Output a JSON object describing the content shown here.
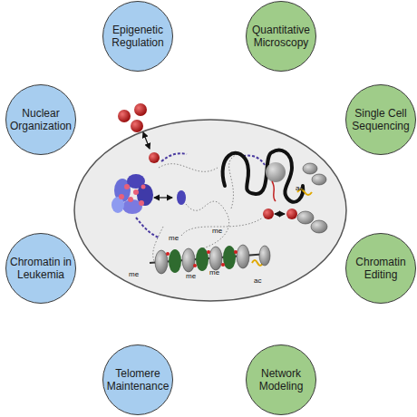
{
  "diagram": {
    "nodes": [
      {
        "text": [
          "Epigenetic Regulation"
        ]
      },
      {
        "text": [
          "Quantitative Microscopy"
        ]
      },
      {
        "text": [
          "Nuclear Organization"
        ]
      },
      {
        "text": [
          "Single Cell Sequencing"
        ]
      },
      {
        "text": [
          "Chromatin in Leukemia"
        ]
      },
      {
        "text": [
          "Chromatin Editing"
        ]
      },
      {
        "text": [
          "Telomere Maintenance"
        ]
      },
      {
        "text": [
          "Network Modeling"
        ]
      }
    ],
    "labels": [
      "ac",
      "me",
      "me",
      "me",
      "me",
      "me",
      "ac"
    ]
  }
}
